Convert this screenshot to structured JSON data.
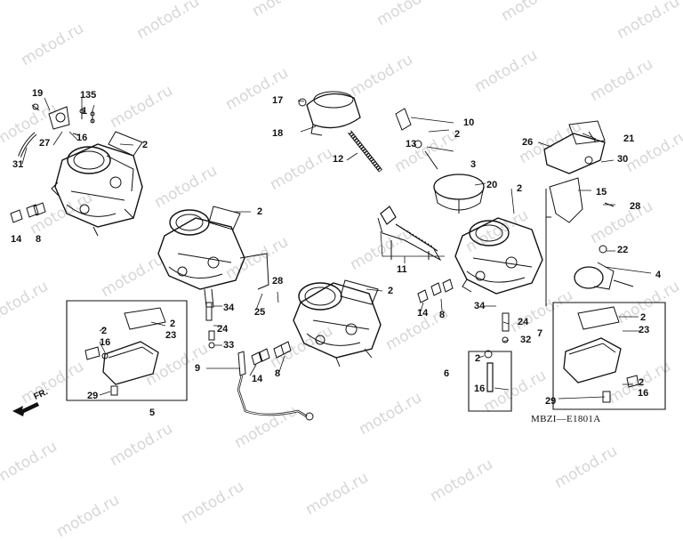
{
  "watermark": "motod.ru",
  "diagram_code": "MBZI—E1801A",
  "direction_label": "FR.",
  "callouts": [
    "1",
    "2",
    "3",
    "4",
    "5",
    "6",
    "7",
    "8",
    "9",
    "10",
    "11",
    "12",
    "13",
    "14",
    "15",
    "16",
    "17",
    "18",
    "19",
    "20",
    "21",
    "22",
    "23",
    "24",
    "25",
    "26",
    "27",
    "28",
    "29",
    "30",
    "31",
    "32",
    "33",
    "34",
    "35"
  ],
  "icons": [
    "front-arrow-icon"
  ]
}
